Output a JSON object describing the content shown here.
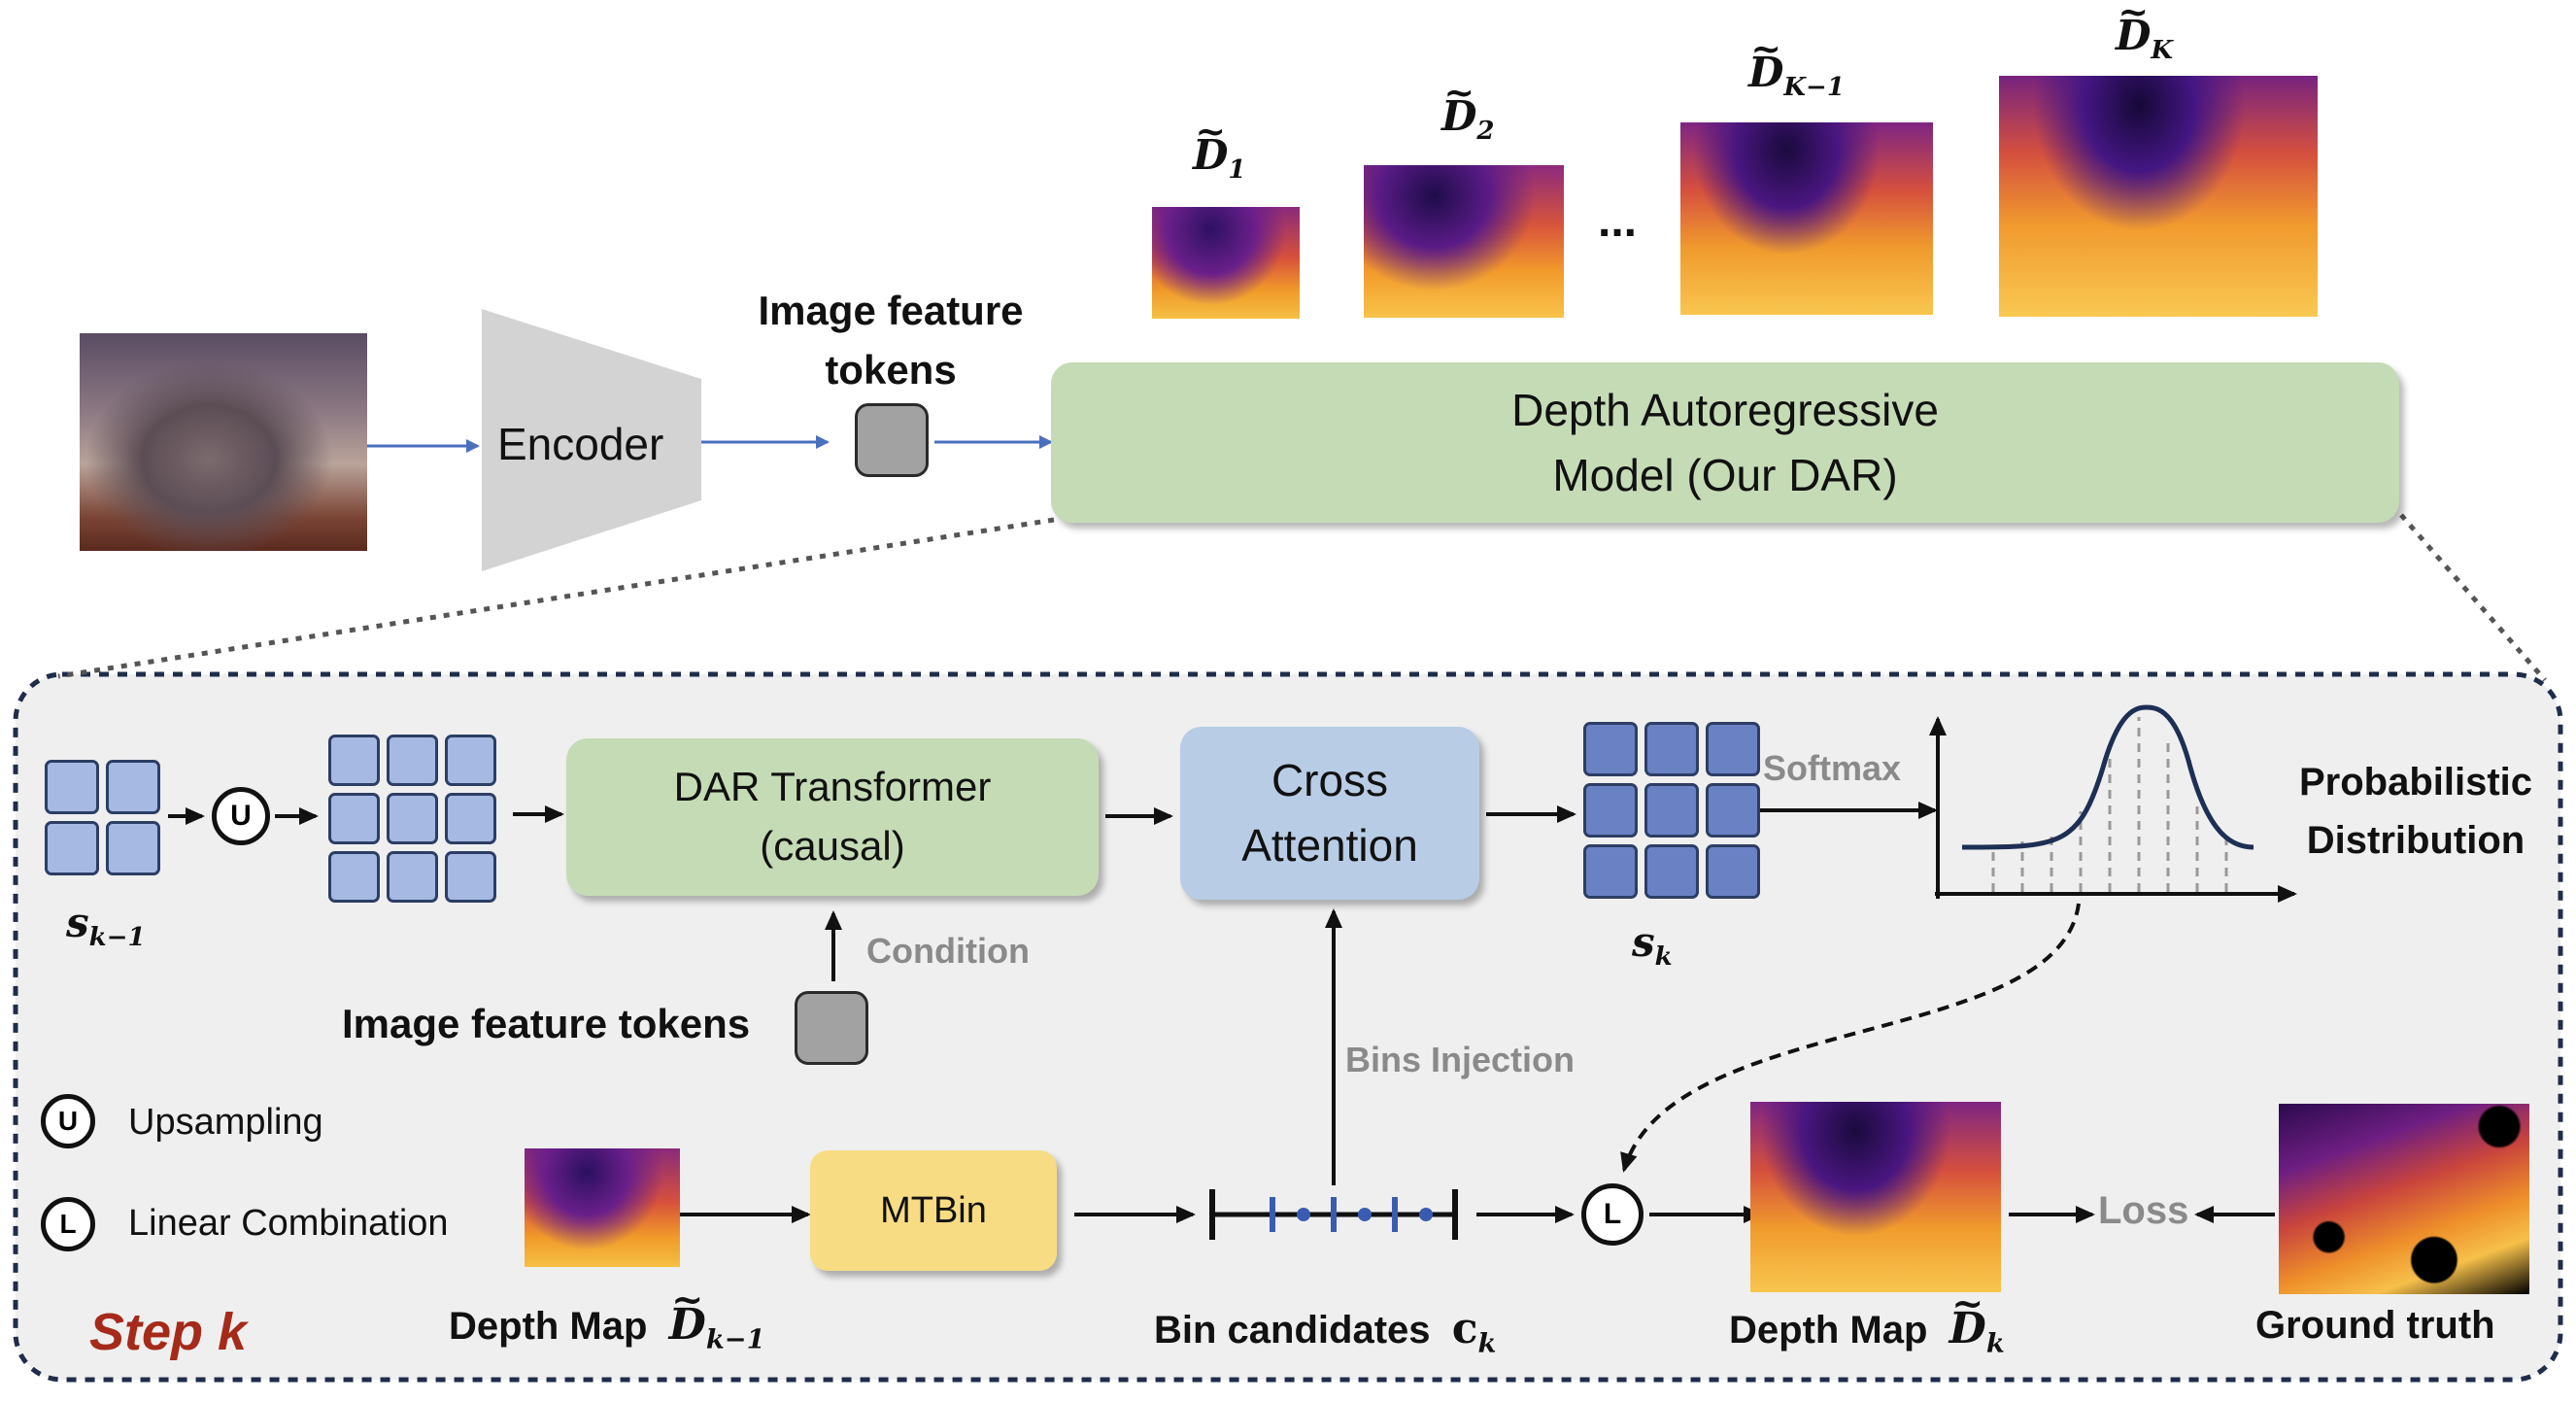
{
  "top": {
    "encoder_label": "Encoder",
    "image_feature_tokens_label": "Image feature tokens",
    "dar_model_label": "Depth Autoregressive Model (Our DAR)",
    "ellipsis": "...",
    "depth_sequence": [
      {
        "symbol": "D",
        "subscript": "1"
      },
      {
        "symbol": "D",
        "subscript": "2"
      },
      {
        "symbol": "D",
        "subscript": "K−1"
      },
      {
        "symbol": "D",
        "subscript": "K"
      }
    ]
  },
  "step": {
    "title": "Step k",
    "s_prev": {
      "symbol": "s",
      "subscript": "k−1"
    },
    "s_k": {
      "symbol": "s",
      "subscript": "k"
    },
    "upsample_glyph": "U",
    "linear_glyph": "L",
    "dar_transformer_label": "DAR Transformer (causal)",
    "cross_attention_label": "Cross Attention",
    "softmax_label": "Softmax",
    "prob_dist_label": "Probabilistic Distribution",
    "condition_label": "Condition",
    "image_feature_tokens_label": "Image feature tokens",
    "bins_injection_label": "Bins Injection",
    "mtbin_label": "MTBin",
    "depth_map_label": "Depth Map",
    "depth_prev": {
      "symbol": "D",
      "subscript": "k−1"
    },
    "bin_candidates_label": "Bin candidates",
    "bin_symbol": {
      "symbol": "c",
      "subscript": "k"
    },
    "depth_map_out_label": "Depth Map",
    "depth_k": {
      "symbol": "D",
      "subscript": "k"
    },
    "loss_label": "Loss",
    "ground_truth_label": "Ground truth"
  },
  "legend": [
    {
      "glyph": "U",
      "label": "Upsampling"
    },
    {
      "glyph": "L",
      "label": "Linear Combination"
    }
  ],
  "colors": {
    "green_box": "#c5dbb6",
    "blue_box": "#b8cce6",
    "yellow_box": "#f7dc84",
    "panel_bg": "#efefef",
    "arrow_blue": "#4a6fbd",
    "step_title": "#a52a1a"
  }
}
